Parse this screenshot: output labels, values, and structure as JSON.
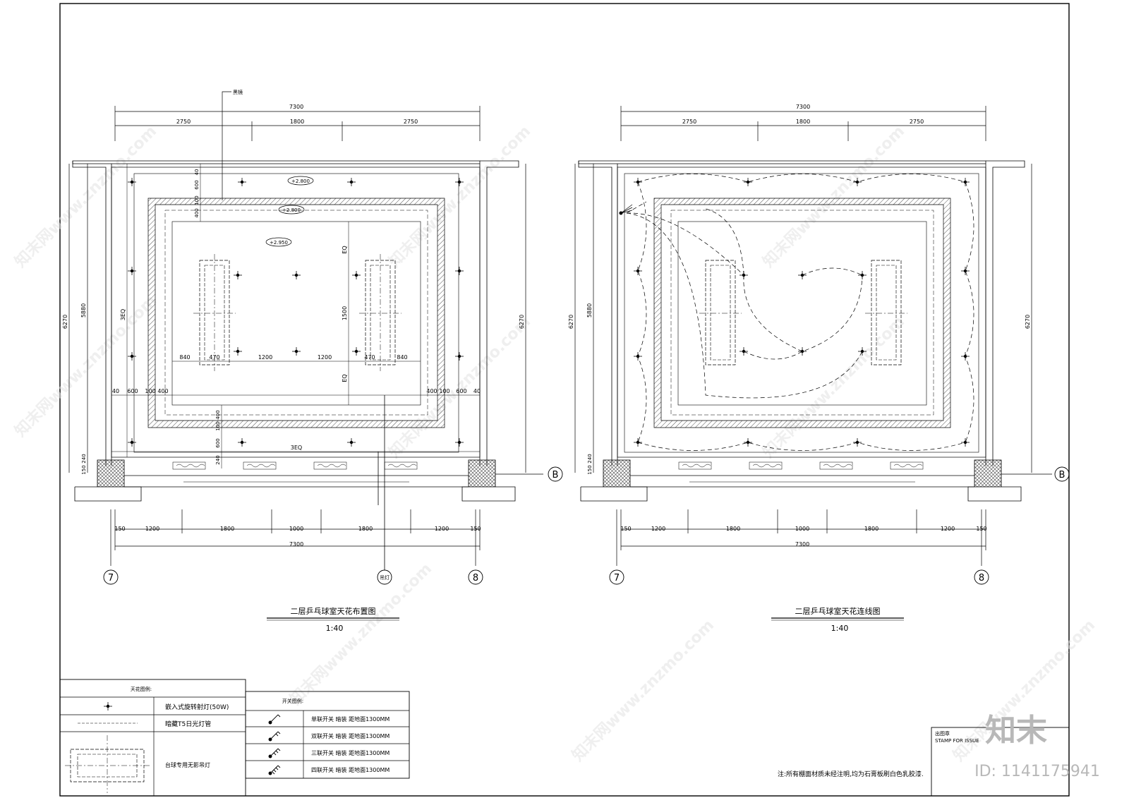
{
  "plans": [
    {
      "title": "二层乒乓球室天花布置图",
      "scale": "1:40",
      "dims_top": {
        "overall": "7300",
        "segments": [
          "2750",
          "1800",
          "2750"
        ]
      },
      "dims_bottom": {
        "overall": "7300",
        "segments": [
          "150",
          "1200",
          "1800",
          "1000",
          "1800",
          "1200",
          "150"
        ]
      },
      "dims_left": {
        "outer": "6270",
        "inner": "5880",
        "lower_a": "240",
        "lower_b": "150",
        "center": "3EQ"
      },
      "dims_right": "6270",
      "axis_labels": [
        "7",
        "8",
        "B"
      ],
      "elevations": [
        "+2.800",
        "+2.800",
        "+2.950"
      ],
      "leader_label": "黑镜",
      "center_axis_label": "吊灯",
      "inner_dims": {
        "left_stack": [
          "40",
          "600",
          "100",
          "400"
        ],
        "bottom_stack": [
          "400",
          "100",
          "600",
          "240"
        ],
        "mid_row": [
          "840",
          "470",
          "1200",
          "1200",
          "470",
          "840"
        ],
        "side_row_left": [
          "40",
          "600",
          "100",
          "400"
        ],
        "side_row_right": [
          "400",
          "100",
          "600",
          "40"
        ],
        "vertical_eq": [
          "EQ",
          "1500",
          "EQ"
        ],
        "bottom_eq": "3EQ"
      }
    },
    {
      "title": "二层乒乓球室天花连线图",
      "scale": "1:40",
      "dims_top": {
        "overall": "7300",
        "segments": [
          "2750",
          "1800",
          "2750"
        ]
      },
      "dims_bottom": {
        "overall": "7300",
        "segments": [
          "150",
          "1200",
          "1800",
          "1000",
          "1800",
          "1200",
          "150"
        ]
      },
      "dims_left": {
        "outer": "6270",
        "inner": "5880",
        "lower_a": "240",
        "lower_b": "150"
      },
      "dims_right": "6270",
      "axis_labels": [
        "7",
        "8",
        "B"
      ]
    }
  ],
  "ceiling_legend": {
    "title": "天花图例:",
    "items": [
      {
        "symbol": "downlight",
        "label": "嵌入式旋转射灯(50W)"
      },
      {
        "symbol": "dashed-line",
        "label": "暗藏T5日光灯管"
      },
      {
        "symbol": "table-light",
        "label": "台球专用无影吊灯"
      }
    ]
  },
  "switch_legend": {
    "title": "开关图例:",
    "items": [
      {
        "label": "单联开关  暗装  距地面1300MM"
      },
      {
        "label": "双联开关  暗装  距地面1300MM"
      },
      {
        "label": "三联开关  暗装  距地面1300MM"
      },
      {
        "label": "四联开关  暗装  距地面1300MM"
      }
    ]
  },
  "stamp": {
    "title": "出图章",
    "subtitle": "STAMP FOR ISSUE"
  },
  "note": "注:所有棚面材质未经注明,均为石膏板刷白色乳胶漆.",
  "watermark": {
    "brand": "知末",
    "id": "ID: 1141175941",
    "diagonal": "知末网www.znzmo.com"
  },
  "colors": {
    "line": "#000000",
    "hatch": "#555555",
    "watermark": "#b8b8b8",
    "paper": "#ffffff"
  }
}
